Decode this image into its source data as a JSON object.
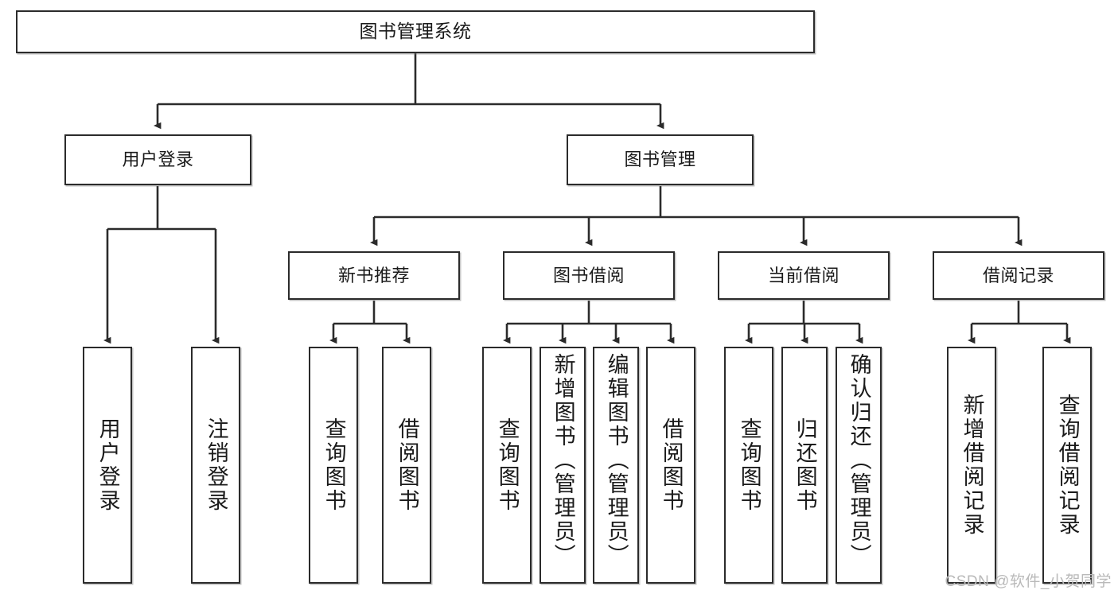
{
  "diagram": {
    "title": "图书管理系统",
    "watermark": "CSDN @软件_小贺同学",
    "levels": {
      "root": {
        "label": "图书管理系统"
      },
      "level2": [
        {
          "label": "用户登录"
        },
        {
          "label": "图书管理"
        }
      ],
      "level3": [
        {
          "label": "新书推荐"
        },
        {
          "label": "图书借阅"
        },
        {
          "label": "当前借阅"
        },
        {
          "label": "借阅记录"
        }
      ],
      "leaves": [
        {
          "label": "用户登录",
          "parent": "用户登录"
        },
        {
          "label": "注销登录",
          "parent": "用户登录"
        },
        {
          "label": "查询图书",
          "parent": "新书推荐"
        },
        {
          "label": "借阅图书",
          "parent": "新书推荐"
        },
        {
          "label": "查询图书",
          "parent": "图书借阅"
        },
        {
          "label": "新增图书（管理员）",
          "parent": "图书借阅"
        },
        {
          "label": "编辑图书（管理员）",
          "parent": "图书借阅"
        },
        {
          "label": "借阅图书",
          "parent": "图书借阅"
        },
        {
          "label": "查询图书",
          "parent": "当前借阅"
        },
        {
          "label": "归还图书",
          "parent": "当前借阅"
        },
        {
          "label": "确认归还（管理员）",
          "parent": "当前借阅"
        },
        {
          "label": "新增借阅记录",
          "parent": "借阅记录"
        },
        {
          "label": "查询借阅记录",
          "parent": "借阅记录"
        }
      ]
    },
    "colors": {
      "border": "#2b2b2b",
      "background": "#ffffff",
      "text": "#1a1a1a",
      "watermark": "#b9b9b9"
    }
  }
}
